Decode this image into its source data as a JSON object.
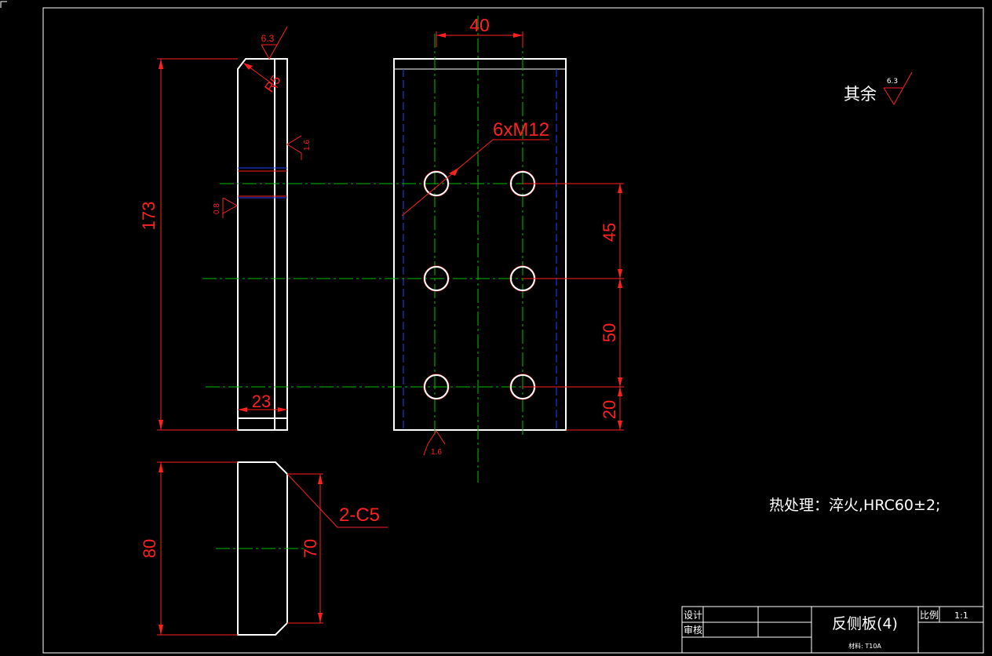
{
  "dimensions": {
    "hole_spacing_x": "40",
    "thread_spec": "6xM12",
    "height": "173",
    "thickness": "23",
    "spacing_45": "45",
    "spacing_50": "50",
    "edge_20": "20",
    "width_80": "80",
    "width_70": "70",
    "chamfer": "2-C5"
  },
  "roughness": {
    "top": "6.3",
    "right": "1.6",
    "left": "0.8",
    "bottom": "1.6",
    "general": "6.3"
  },
  "radius_label": "R5",
  "notes": {
    "general_roughness": "其余",
    "heat_treatment": "热处理：淬火,HRC60±2;"
  },
  "title_block": {
    "design_label": "设计",
    "review_label": "审核",
    "part_name": "反侧板(4)",
    "scale_label": "比例",
    "scale_value": "1:1",
    "material": "材料: T10A"
  },
  "colors": {
    "dimension": "#ff2020",
    "outline": "#ffffff",
    "centerline": "#00c000",
    "hidden": "#2040ff",
    "background": "#000000"
  }
}
